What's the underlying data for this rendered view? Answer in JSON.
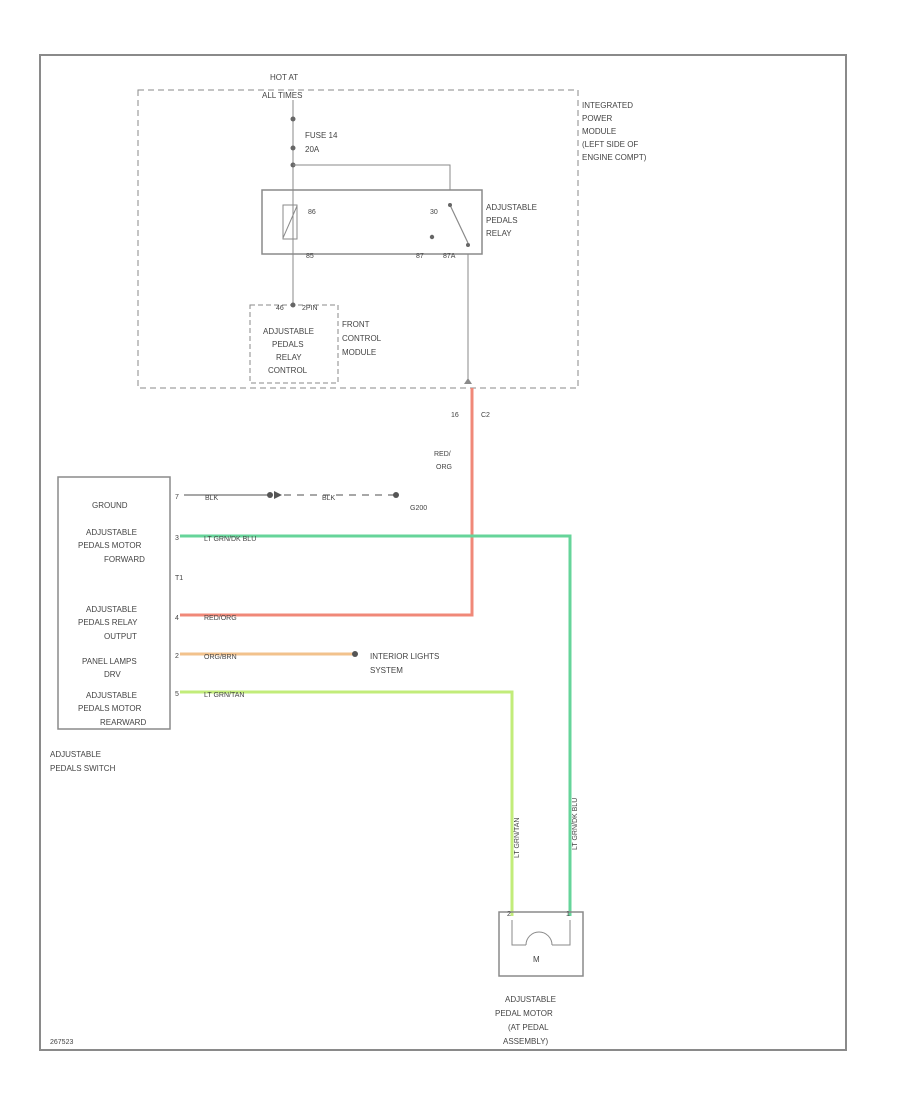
{
  "colors": {
    "red_org": "#f08878",
    "lt_grn_blu": "#66d49a",
    "org_brn": "#f2c28c",
    "lt_grn_tan": "#c2ec7a",
    "line": "#8a8a8a",
    "text": "#444444"
  },
  "top": {
    "hot_at": "HOT AT",
    "hot_at_2": "ALL TIMES",
    "fuse_1": "FUSE 14",
    "fuse_2": "20A"
  },
  "itpm": {
    "line1": "INTEGRATED",
    "line2": "POWER",
    "line3": "MODULE",
    "line4": "(LEFT SIDE OF",
    "line5": "ENGINE COMPT)"
  },
  "relay": {
    "label1": "ADJUSTABLE",
    "label2": "PEDALS",
    "label3": "RELAY",
    "pin_86": "86",
    "pin_30": "30",
    "pin_85": "85",
    "pin_87": "87",
    "pin_87a": "87A"
  },
  "fcm": {
    "pin": "46",
    "pin_sub": "2PIN",
    "box1": "ADJUSTABLE",
    "box2": "PEDALS",
    "box3": "RELAY",
    "box4": "CONTROL",
    "side1": "FRONT",
    "side2": "CONTROL",
    "side3": "MODULE"
  },
  "connector": {
    "pin": "16",
    "name": "C2"
  },
  "wire_red": {
    "line1": "RED/",
    "line2": "ORG"
  },
  "switch": {
    "name1": "ADJUSTABLE",
    "name2": "PEDALS SWITCH",
    "ground": "GROUND",
    "fwd1": "ADJUSTABLE",
    "fwd2": "PEDALS MOTOR",
    "fwd3": "FORWARD",
    "out1": "ADJUSTABLE",
    "out2": "PEDALS RELAY",
    "out3": "OUTPUT",
    "panel1": "PANEL LAMPS",
    "panel2": "DRV",
    "rwd1": "ADJUSTABLE",
    "rwd2": "PEDALS MOTOR",
    "rwd3": "REARWARD",
    "pin_ground": "7",
    "pin_fwd": "3",
    "pin_extra": "T1",
    "pin_out": "4",
    "pin_panel": "2",
    "pin_rwd": "5"
  },
  "wires": {
    "blk": "BLK",
    "blk2": "BLK",
    "lt_grn_blu": "LT GRN/DK BLU",
    "red_org": "RED/ORG",
    "org_brn": "ORG/BRN",
    "lt_grn_tan": "LT GRN/TAN",
    "vert_tan": "LT GRN/TAN",
    "vert_blu": "LT GRN/DK BLU"
  },
  "ground": {
    "name": "G200"
  },
  "interior": {
    "line1": "INTERIOR LIGHTS",
    "line2": "SYSTEM"
  },
  "motor": {
    "pin_left": "2",
    "pin_right": "1",
    "symbol": "M",
    "label1": "ADJUSTABLE",
    "label2": "PEDAL MOTOR",
    "label3": "(AT PEDAL",
    "label4": "ASSEMBLY)"
  },
  "footer": {
    "code": "267523"
  }
}
